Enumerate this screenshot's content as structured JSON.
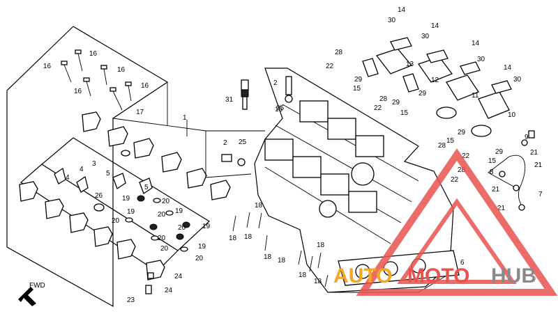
{
  "diagram": {
    "direction_label": "FWD",
    "callouts": [
      {
        "id": "c1",
        "text": "1"
      },
      {
        "id": "c2a",
        "text": "2"
      },
      {
        "id": "c2b",
        "text": "2"
      },
      {
        "id": "c3",
        "text": "3"
      },
      {
        "id": "c4a",
        "text": "4"
      },
      {
        "id": "c4b",
        "text": "4"
      },
      {
        "id": "c5a",
        "text": "5"
      },
      {
        "id": "c5b",
        "text": "5"
      },
      {
        "id": "c6",
        "text": "6"
      },
      {
        "id": "c7",
        "text": "7"
      },
      {
        "id": "c8",
        "text": "8"
      },
      {
        "id": "c9",
        "text": "9"
      },
      {
        "id": "c10",
        "text": "10"
      },
      {
        "id": "c11",
        "text": "11"
      },
      {
        "id": "c12",
        "text": "12"
      },
      {
        "id": "c13",
        "text": "13"
      },
      {
        "id": "c14a",
        "text": "14"
      },
      {
        "id": "c14b",
        "text": "14"
      },
      {
        "id": "c14c",
        "text": "14"
      },
      {
        "id": "c14d",
        "text": "14"
      },
      {
        "id": "c15a",
        "text": "15"
      },
      {
        "id": "c15b",
        "text": "15"
      },
      {
        "id": "c15c",
        "text": "15"
      },
      {
        "id": "c15d",
        "text": "15"
      },
      {
        "id": "c15e",
        "text": "15"
      },
      {
        "id": "c16a",
        "text": "16"
      },
      {
        "id": "c16b",
        "text": "16"
      },
      {
        "id": "c16c",
        "text": "16"
      },
      {
        "id": "c16d",
        "text": "16"
      },
      {
        "id": "c16e",
        "text": "16"
      },
      {
        "id": "c17",
        "text": "17"
      },
      {
        "id": "c18a",
        "text": "18"
      },
      {
        "id": "c18b",
        "text": "18"
      },
      {
        "id": "c18c",
        "text": "18"
      },
      {
        "id": "c18d",
        "text": "18"
      },
      {
        "id": "c18e",
        "text": "18"
      },
      {
        "id": "c18f",
        "text": "18"
      },
      {
        "id": "c18g",
        "text": "18"
      },
      {
        "id": "c18h",
        "text": "18"
      },
      {
        "id": "c19a",
        "text": "19"
      },
      {
        "id": "c19b",
        "text": "19"
      },
      {
        "id": "c19c",
        "text": "19"
      },
      {
        "id": "c19d",
        "text": "19"
      },
      {
        "id": "c19e",
        "text": "19"
      },
      {
        "id": "c20a",
        "text": "20"
      },
      {
        "id": "c20b",
        "text": "20"
      },
      {
        "id": "c20c",
        "text": "20"
      },
      {
        "id": "c20d",
        "text": "20"
      },
      {
        "id": "c20e",
        "text": "20"
      },
      {
        "id": "c20f",
        "text": "20"
      },
      {
        "id": "c20g",
        "text": "20"
      },
      {
        "id": "c21a",
        "text": "21"
      },
      {
        "id": "c21b",
        "text": "21"
      },
      {
        "id": "c21c",
        "text": "21"
      },
      {
        "id": "c21d",
        "text": "21"
      },
      {
        "id": "c22a",
        "text": "22"
      },
      {
        "id": "c22b",
        "text": "22"
      },
      {
        "id": "c22c",
        "text": "22"
      },
      {
        "id": "c22d",
        "text": "22"
      },
      {
        "id": "c23",
        "text": "23"
      },
      {
        "id": "c24a",
        "text": "24"
      },
      {
        "id": "c24b",
        "text": "24"
      },
      {
        "id": "c25a",
        "text": "25"
      },
      {
        "id": "c25b",
        "text": "25"
      },
      {
        "id": "c26",
        "text": "26"
      },
      {
        "id": "c28a",
        "text": "28"
      },
      {
        "id": "c28b",
        "text": "28"
      },
      {
        "id": "c28c",
        "text": "28"
      },
      {
        "id": "c28d",
        "text": "28"
      },
      {
        "id": "c29a",
        "text": "29"
      },
      {
        "id": "c29b",
        "text": "29"
      },
      {
        "id": "c29c",
        "text": "29"
      },
      {
        "id": "c29d",
        "text": "29"
      },
      {
        "id": "c29e",
        "text": "29"
      },
      {
        "id": "c30a",
        "text": "30"
      },
      {
        "id": "c30b",
        "text": "30"
      },
      {
        "id": "c30c",
        "text": "30"
      },
      {
        "id": "c30d",
        "text": "30"
      },
      {
        "id": "c31",
        "text": "31"
      }
    ]
  },
  "watermark": {
    "word_left": "AUTO",
    "word_mid": "MOTO",
    "word_right": "HUB",
    "color_primary": "#e8534f",
    "color_secondary": "#f5a623",
    "color_dark": "#8a8a8a"
  }
}
